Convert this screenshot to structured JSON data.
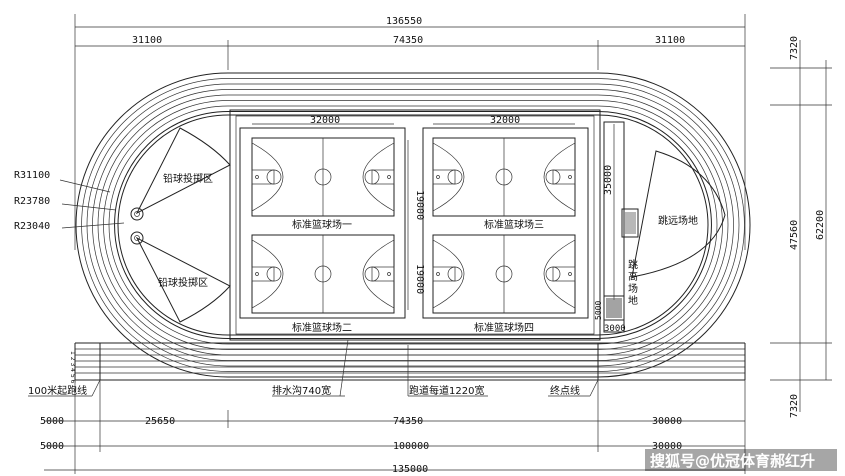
{
  "dims": {
    "top_total": "136550",
    "top_left": "31100",
    "top_mid": "74350",
    "top_right": "31100",
    "right_top": "7320",
    "right_mid": "47560",
    "right_total": "62200",
    "right_bottom": "7320",
    "bot_start": "5000",
    "bot_left": "25650",
    "bot_mid": "74350",
    "bot_right": "30000",
    "row2_start": "5000",
    "row2_mid": "100000",
    "row2_right": "30000",
    "row3_total": "135000",
    "court_w1": "32000",
    "court_w2": "32000",
    "court_h1": "19000",
    "court_h2": "19000",
    "jump_len": "35000",
    "jump_small": "5000",
    "jump_w": "3000"
  },
  "radii": {
    "r1": "R31100",
    "r2": "R23780",
    "r3": "R23040"
  },
  "labels": {
    "shot_put_top": "铅球投掷区",
    "shot_put_bottom": "铅球投掷区",
    "court_1": "标准篮球场一",
    "court_2": "标准篮球场二",
    "court_3": "标准篮球场三",
    "court_4": "标准篮球场四",
    "long_jump": "跳远场地",
    "high_jump": "跳高场地",
    "start_100m": "100米起跑线",
    "drain": "排水沟740宽",
    "lane_width": "跑道每道1220宽",
    "finish": "终点线",
    "lane_numbers": "1 2 3 4 5 6"
  },
  "watermark": "搜狐号@优冠体育郝红升"
}
